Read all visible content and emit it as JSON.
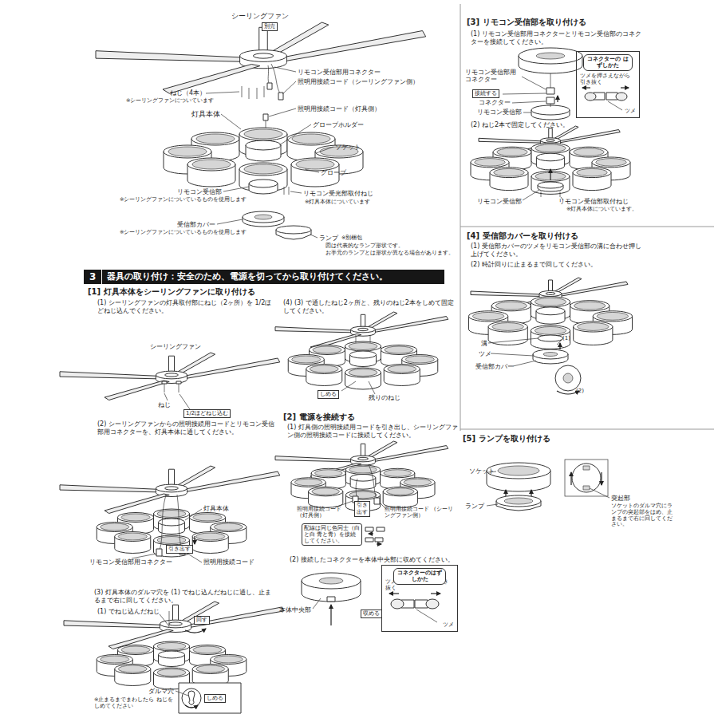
{
  "diagram": {
    "nodes": [
      {
        "text": [
          "別売"
        ]
      },
      {
        "text": [
          "3",
          "器具の取り付け：安全のため、電源を切ってから取り付けてください。"
        ]
      },
      {
        "text": [
          "1/2ほどねじ込む"
        ]
      },
      {
        "text": [
          "引き出す"
        ]
      },
      {
        "text": [
          "回す"
        ]
      },
      {
        "text": [
          "しめる"
        ]
      },
      {
        "text": [
          "しめる"
        ]
      },
      {
        "text": [
          "引き出す"
        ]
      },
      {
        "text": [
          "配線は同じ色同士（白と白 青と青）を接続してください。"
        ]
      },
      {
        "text": [
          "収める"
        ]
      },
      {
        "text": [
          "ツメを押さえながら 引き抜く",
          "ツメ"
        ]
      },
      {
        "text": [
          "コネクターのはずしかた"
        ],
        "in": 10
      },
      {
        "text": [
          "接続する"
        ]
      },
      {
        "text": [
          "ツメを押さえながら 引き抜く",
          "ツメ"
        ]
      },
      {
        "text": [
          "コネクターの はずしかた"
        ],
        "in": 13
      }
    ],
    "labels": [
      "シーリングファン",
      "リモコン受信部用コネクター",
      "照明用接続コード（シーリングファン側）",
      "ねじ（4本）",
      "※シーリングファンについています",
      "照明用接続コード（灯具側）",
      "灯具本体",
      "グローブホルダー",
      "ソケット",
      "グローブ",
      "リモコン受信部",
      "※シーリングファンについているものを使用します",
      "リモコン受光部取付ねじ",
      "※灯具本体についています",
      "受信部カバー",
      "※シーリングファンについているものを使用します",
      "ランプ",
      "※別梱包",
      "図は代表的なランプ形状です。",
      "お手元のランプとは形状が異なる場合があります。",
      "[1] 灯具本体をシーリングファンに取り付ける",
      "(1) シーリングファンの灯具取付部にねじ（2ヶ所）を 1/2ほどねじ込んでください。",
      "シーリングファン",
      "ねじ",
      "(2) シーリングファンからの照明接続用コードとリモコン受信部用コネクターを、灯具本体に通してください。",
      "灯具本体",
      "リモコン受信部用コネクター",
      "照明用接続コード",
      "(3) 灯具本体のダルマ穴を (1) でねじ込んだねじに通し、止まるまで右に回してください。",
      "(1) でねじ込んだねじ",
      "ダルマ穴",
      "※止まるまでまわしたら ねじをしめてください",
      "(4) (3) で通したねじ2ヶ所と、残りのねじ2本をしめて固定してください。",
      "残りのねじ",
      "[2] 電源を接続する",
      "(1) 灯具側の照明接続用コードを引き出し、シーリングファン側の照明接続コードに接続してください。",
      "照明用接続コード （灯具側）",
      "照明用接続コード （シーリングファン側）",
      "(2) 接続したコネクターを本体中央部に収めてください。",
      "本体中央部",
      "[3] リモコン受信部を取り付ける",
      "(1) リモコン受信部用コネクターとリモコン受信部のコネクターを接続してください。",
      "リモコン受信部用 コネクター",
      "コネクター",
      "リモコン受信部",
      "(2) ねじ2本で固定してください。",
      "リモコン受信部",
      "リモコン受信部取付ねじ",
      "※灯具本体についています。",
      "[4] 受信部カバーを取り付ける",
      "(1) 受信部カバーのツメをリモコン受信部の溝に合わせ押し上げてください。",
      "(2) 時計回りに止まるまで回してください。",
      "溝",
      "(1)",
      "ツメ",
      "受信部カバー",
      "(2)",
      "[5] ランプを取り付ける",
      "ソケット",
      "ランプ",
      "突起部",
      "ソケットのダルマ穴にランプの突起部をはめ、止まるまで右に回してください。"
    ]
  }
}
